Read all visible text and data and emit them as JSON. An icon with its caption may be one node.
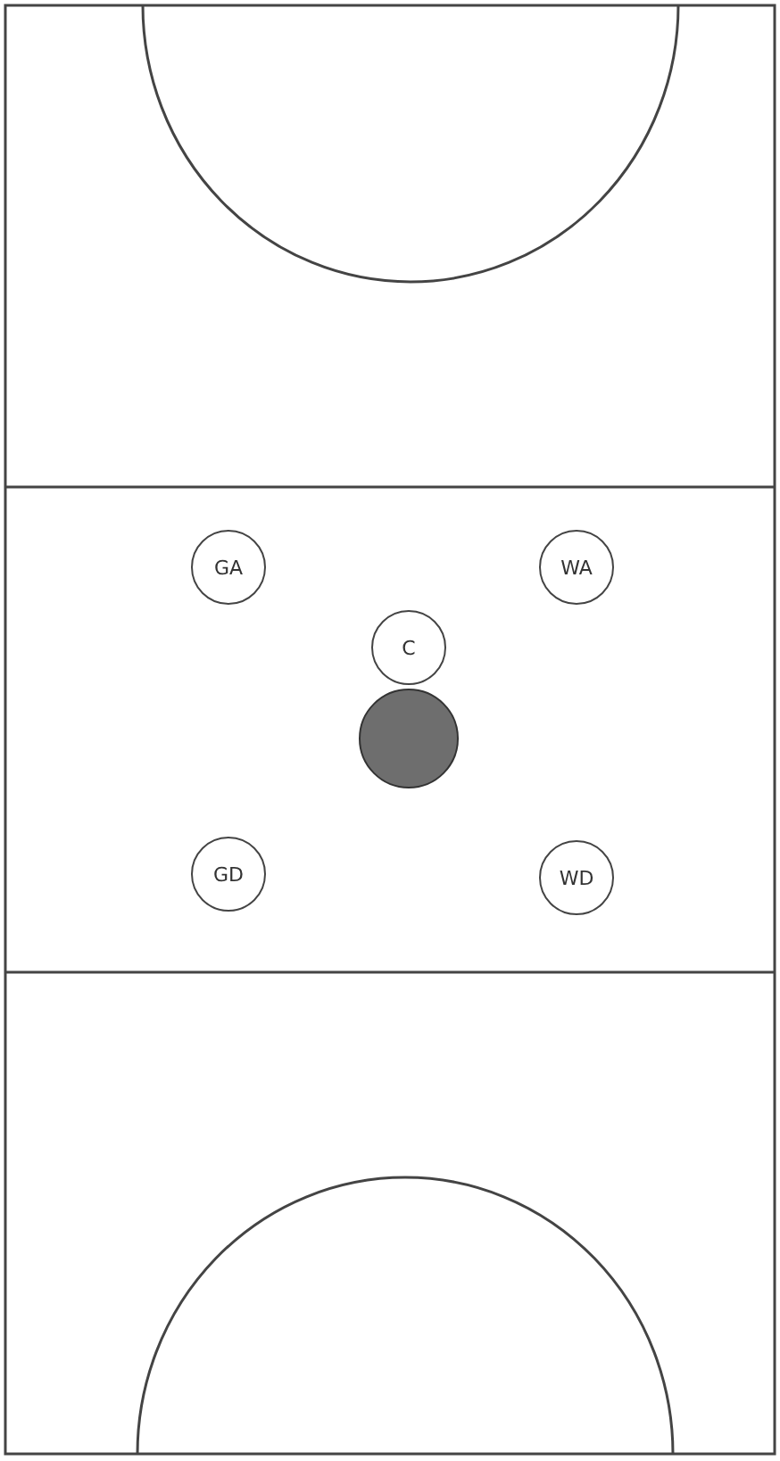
{
  "diagram": {
    "nodes": [
      {
        "text": [
          "GA"
        ]
      },
      {
        "text": [
          "WA"
        ]
      },
      {
        "text": [
          "C"
        ]
      },
      {
        "text": [],
        "shape": "circle"
      },
      {
        "text": [
          "GD"
        ]
      },
      {
        "text": [
          "WD"
        ]
      }
    ]
  }
}
